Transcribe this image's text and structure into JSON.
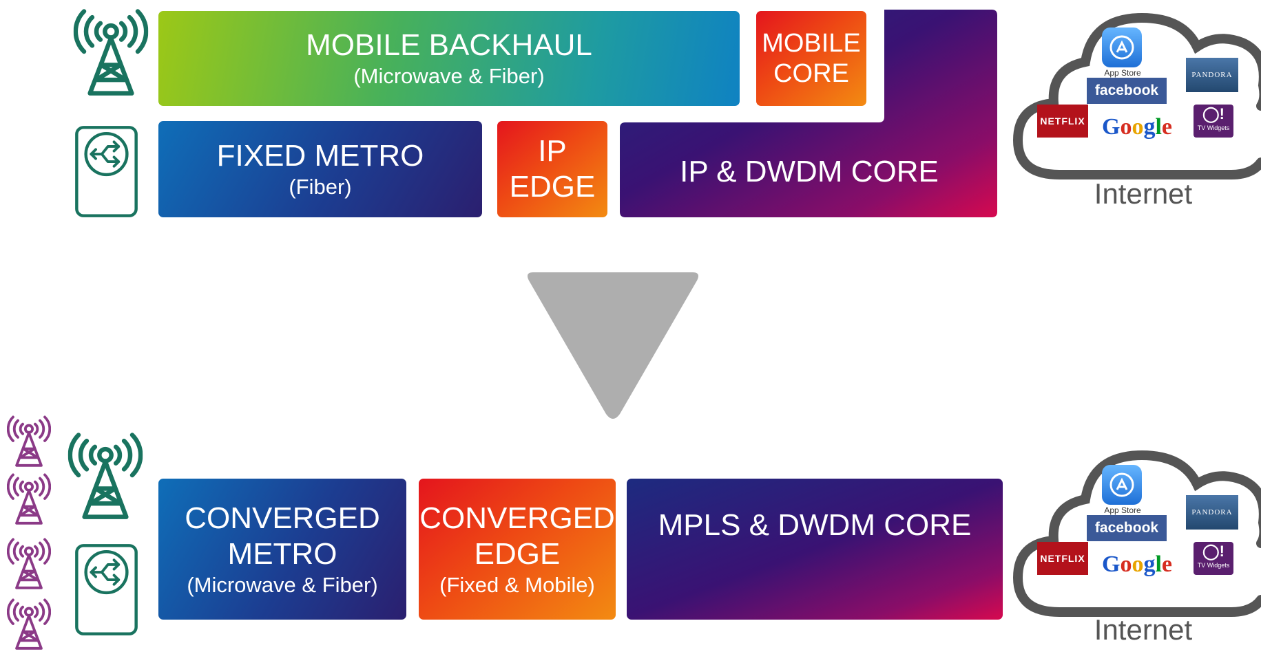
{
  "top": {
    "mobile_backhaul": {
      "title": "MOBILE BACKHAUL",
      "sub": "(Microwave & Fiber)"
    },
    "mobile_core": {
      "line1": "MOBILE",
      "line2": "CORE"
    },
    "fixed_metro": {
      "title": "FIXED METRO",
      "sub": "(Fiber)"
    },
    "ip_edge": {
      "line1": "IP",
      "line2": "EDGE"
    },
    "ip_dwdm_core": {
      "title": "IP & DWDM CORE"
    },
    "internet_label": "Internet"
  },
  "bottom": {
    "converged_metro": {
      "line1": "CONVERGED",
      "line2": "METRO",
      "sub": "(Microwave & Fiber)"
    },
    "converged_edge": {
      "line1": "CONVERGED",
      "line2": "EDGE",
      "sub": "(Fixed & Mobile)"
    },
    "mpls_core": {
      "title": "MPLS & DWDM CORE"
    },
    "internet_label": "Internet"
  },
  "cloud_logos": {
    "app_store": "App Store",
    "facebook": "facebook",
    "pandora": "PANDORA",
    "netflix": "NETFLIX",
    "google": "Google",
    "yahoo_tv": "TV Widgets"
  },
  "colors": {
    "teal_icon": "#19735f",
    "purple_icon": "#8b3a87",
    "arrow_gray": "#aeaeae",
    "cloud_stroke": "#555555"
  },
  "icons": [
    "cell-tower-icon",
    "router-icon",
    "cloud-icon",
    "down-arrow-icon"
  ]
}
